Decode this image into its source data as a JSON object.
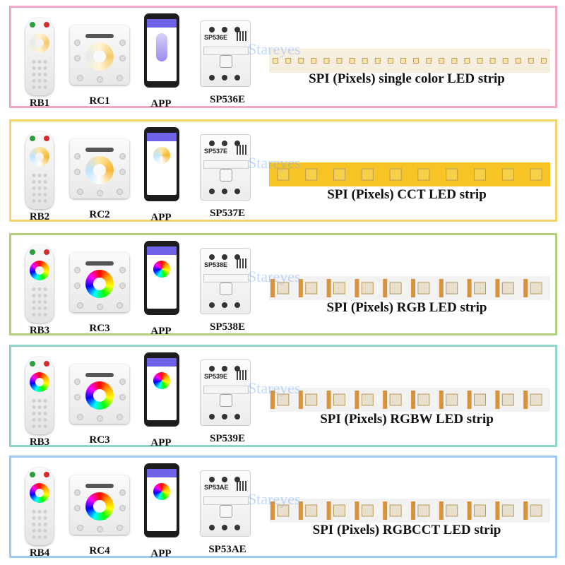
{
  "watermark": "Stareyes",
  "rows": [
    {
      "border": "#f0a7c6",
      "remote": "RB1",
      "panel": "RC1",
      "app": "APP",
      "controller": "SP536E",
      "controller_name": "SP536E",
      "caption": "SPI (Pixels) single color LED strip",
      "strip_color": "#f6efe0",
      "ring": "single"
    },
    {
      "border": "#f4d36a",
      "remote": "RB2",
      "panel": "RC2",
      "app": "APP",
      "controller": "SP537E",
      "controller_name": "SP537E",
      "caption": "SPI (Pixels) CCT LED strip",
      "strip_color": "#f6c425",
      "ring": "cct"
    },
    {
      "border": "#b3d07c",
      "remote": "RB3",
      "panel": "RC3",
      "app": "APP",
      "controller": "SP538E",
      "controller_name": "SP538E",
      "caption": "SPI (Pixels) RGB LED strip",
      "strip_color": "#f2f2f2",
      "ring": "rgb"
    },
    {
      "border": "#8fd5c9",
      "remote": "RB3",
      "panel": "RC3",
      "app": "APP",
      "controller": "SP539E",
      "controller_name": "SP539E",
      "caption": "SPI (Pixels) RGBW LED strip",
      "strip_color": "#f2f2f2",
      "ring": "rgb"
    },
    {
      "border": "#9fc8ee",
      "remote": "RB4",
      "panel": "RC4",
      "app": "APP",
      "controller": "SP53AE",
      "controller_name": "SP53AE",
      "caption": "SPI (Pixels) RGBCCT LED strip",
      "strip_color": "#f2f2f2",
      "ring": "rgb"
    }
  ]
}
